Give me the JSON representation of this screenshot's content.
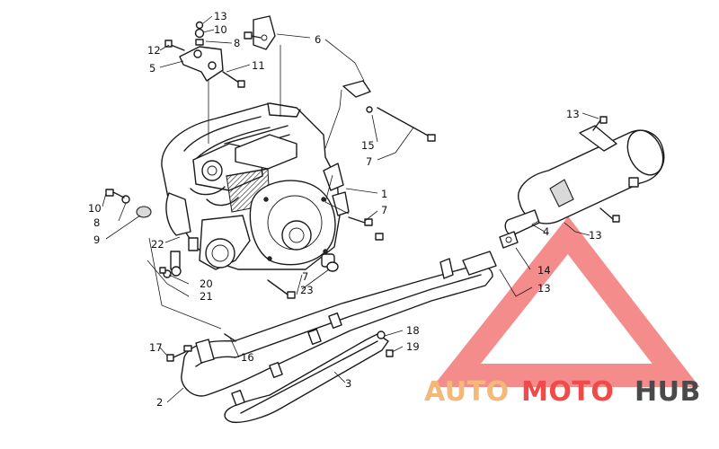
{
  "callouts": [
    {
      "id": "c13a",
      "text": "13"
    },
    {
      "id": "c10a",
      "text": "10"
    },
    {
      "id": "c8a",
      "text": "8"
    },
    {
      "id": "c12",
      "text": "12"
    },
    {
      "id": "c5",
      "text": "5"
    },
    {
      "id": "c11",
      "text": "11"
    },
    {
      "id": "c6",
      "text": "6"
    },
    {
      "id": "c15",
      "text": "15"
    },
    {
      "id": "c7a",
      "text": "7"
    },
    {
      "id": "c13b",
      "text": "13"
    },
    {
      "id": "c1",
      "text": "1"
    },
    {
      "id": "c7b",
      "text": "7"
    },
    {
      "id": "c10b",
      "text": "10"
    },
    {
      "id": "c8b",
      "text": "8"
    },
    {
      "id": "c9",
      "text": "9"
    },
    {
      "id": "c22",
      "text": "22"
    },
    {
      "id": "c13c",
      "text": "13"
    },
    {
      "id": "c4",
      "text": "4"
    },
    {
      "id": "c14",
      "text": "14"
    },
    {
      "id": "c20",
      "text": "20"
    },
    {
      "id": "c21",
      "text": "21"
    },
    {
      "id": "c7c",
      "text": "7"
    },
    {
      "id": "c23",
      "text": "23"
    },
    {
      "id": "c13d",
      "text": "13"
    },
    {
      "id": "c18",
      "text": "18"
    },
    {
      "id": "c17",
      "text": "17"
    },
    {
      "id": "c19",
      "text": "19"
    },
    {
      "id": "c16",
      "text": "16"
    },
    {
      "id": "c3",
      "text": "3"
    },
    {
      "id": "c2",
      "text": "2"
    }
  ],
  "watermark": {
    "part1": "AUTO",
    "part2": "MOTO",
    "part3": "HUB",
    "color_light": "#f3b97a",
    "color_red": "#ef4b4b",
    "color_dark": "#4a4a4a"
  }
}
